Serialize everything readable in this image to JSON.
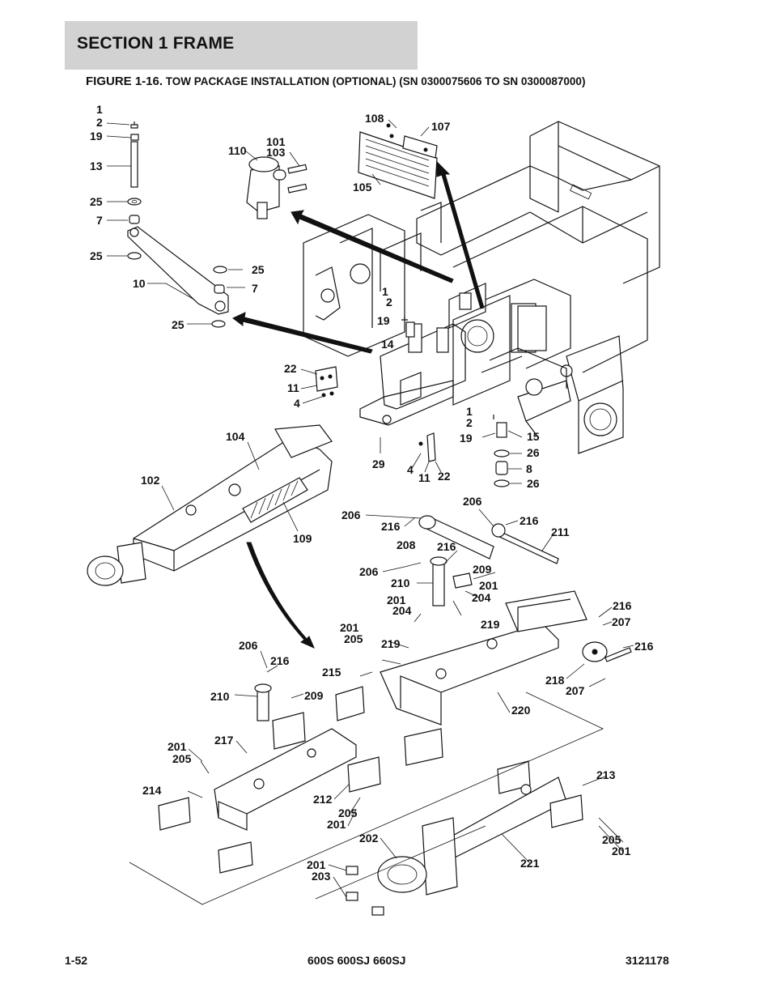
{
  "header": {
    "section": "SECTION 1  FRAME",
    "figure_number": "FIGURE 1-16.",
    "figure_caption": "TOW PACKAGE INSTALLATION (OPTIONAL) (SN 0300075606 TO SN 0300087000)"
  },
  "footer": {
    "page": "1-52",
    "models": "600S 600SJ 660SJ",
    "part_number": "3121178"
  },
  "callouts": [
    {
      "id": "c1",
      "text": "1"
    },
    {
      "id": "c2",
      "text": "2"
    },
    {
      "id": "c3",
      "text": "19"
    },
    {
      "id": "c4",
      "text": "13"
    },
    {
      "id": "c5",
      "text": "25"
    },
    {
      "id": "c6",
      "text": "7"
    },
    {
      "id": "c7",
      "text": "25"
    },
    {
      "id": "c8",
      "text": "10"
    },
    {
      "id": "c9",
      "text": "25"
    },
    {
      "id": "c10",
      "text": "7"
    },
    {
      "id": "c11",
      "text": "25"
    },
    {
      "id": "c12",
      "text": "110"
    },
    {
      "id": "c13",
      "text": "101"
    },
    {
      "id": "c14",
      "text": "103"
    },
    {
      "id": "c15",
      "text": "108"
    },
    {
      "id": "c16",
      "text": "107"
    },
    {
      "id": "c17",
      "text": "105"
    },
    {
      "id": "c18",
      "text": "1"
    },
    {
      "id": "c19",
      "text": "2"
    },
    {
      "id": "c20",
      "text": "19"
    },
    {
      "id": "c21",
      "text": "14"
    },
    {
      "id": "c22",
      "text": "22"
    },
    {
      "id": "c23",
      "text": "11"
    },
    {
      "id": "c24",
      "text": "4"
    },
    {
      "id": "c25",
      "text": "1"
    },
    {
      "id": "c26",
      "text": "2"
    },
    {
      "id": "c27",
      "text": "19"
    },
    {
      "id": "c28",
      "text": "15"
    },
    {
      "id": "c29",
      "text": "26"
    },
    {
      "id": "c30",
      "text": "8"
    },
    {
      "id": "c31",
      "text": "26"
    },
    {
      "id": "c32",
      "text": "29"
    },
    {
      "id": "c33",
      "text": "4"
    },
    {
      "id": "c34",
      "text": "11"
    },
    {
      "id": "c35",
      "text": "22"
    },
    {
      "id": "c36",
      "text": "104"
    },
    {
      "id": "c37",
      "text": "102"
    },
    {
      "id": "c38",
      "text": "109"
    },
    {
      "id": "c39",
      "text": "206"
    },
    {
      "id": "c40",
      "text": "216"
    },
    {
      "id": "c41",
      "text": "208"
    },
    {
      "id": "c42",
      "text": "206"
    },
    {
      "id": "c43",
      "text": "216"
    },
    {
      "id": "c44",
      "text": "211"
    },
    {
      "id": "c45",
      "text": "216"
    },
    {
      "id": "c46",
      "text": "206"
    },
    {
      "id": "c47",
      "text": "209"
    },
    {
      "id": "c48",
      "text": "210"
    },
    {
      "id": "c49",
      "text": "201"
    },
    {
      "id": "c50",
      "text": "201"
    },
    {
      "id": "c51",
      "text": "204"
    },
    {
      "id": "c52",
      "text": "204"
    },
    {
      "id": "c53",
      "text": "201"
    },
    {
      "id": "c54",
      "text": "205"
    },
    {
      "id": "c55",
      "text": "219"
    },
    {
      "id": "c56",
      "text": "219"
    },
    {
      "id": "c57",
      "text": "216"
    },
    {
      "id": "c58",
      "text": "207"
    },
    {
      "id": "c59",
      "text": "216"
    },
    {
      "id": "c60",
      "text": "206"
    },
    {
      "id": "c61",
      "text": "216"
    },
    {
      "id": "c62",
      "text": "215"
    },
    {
      "id": "c63",
      "text": "210"
    },
    {
      "id": "c64",
      "text": "209"
    },
    {
      "id": "c65",
      "text": "218"
    },
    {
      "id": "c66",
      "text": "207"
    },
    {
      "id": "c67",
      "text": "220"
    },
    {
      "id": "c68",
      "text": "201"
    },
    {
      "id": "c69",
      "text": "205"
    },
    {
      "id": "c70",
      "text": "217"
    },
    {
      "id": "c71",
      "text": "214"
    },
    {
      "id": "c72",
      "text": "212"
    },
    {
      "id": "c73",
      "text": "205"
    },
    {
      "id": "c74",
      "text": "201"
    },
    {
      "id": "c75",
      "text": "213"
    },
    {
      "id": "c76",
      "text": "202"
    },
    {
      "id": "c77",
      "text": "201"
    },
    {
      "id": "c78",
      "text": "203"
    },
    {
      "id": "c79",
      "text": "205"
    },
    {
      "id": "c80",
      "text": "201"
    },
    {
      "id": "c81",
      "text": "221"
    }
  ]
}
